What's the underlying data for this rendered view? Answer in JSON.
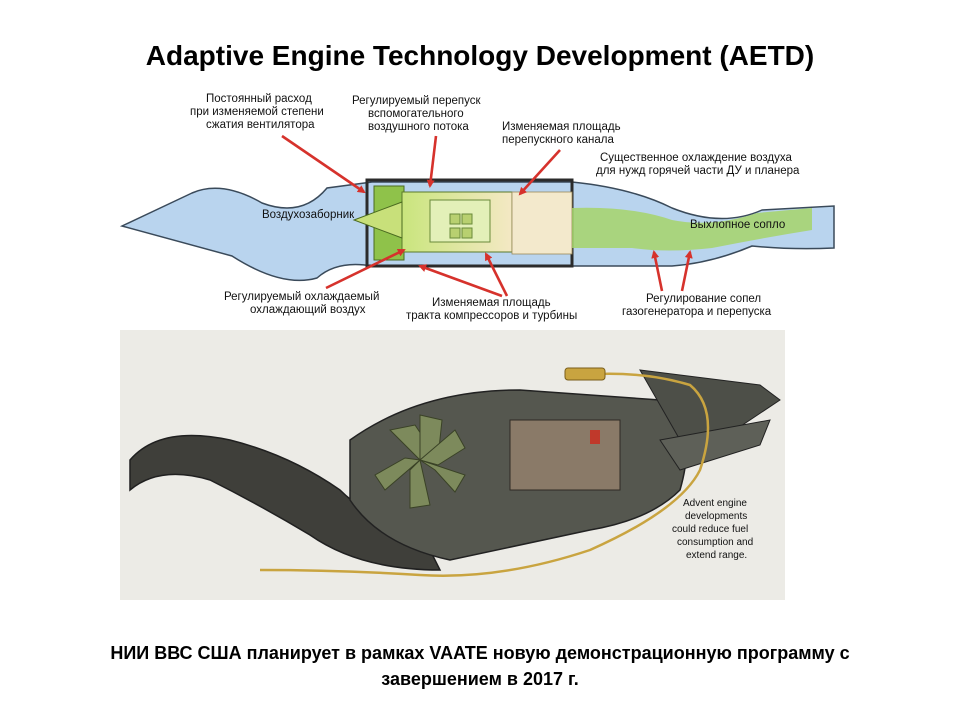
{
  "title": "Adaptive Engine Technology Development (AETD)",
  "diagram": {
    "labels": {
      "fan_flow_1": "Постоянный расход",
      "fan_flow_2": "при изменяемой степени",
      "fan_flow_3": "сжатия вентилятора",
      "bypass_var_1": "Регулируемый перепуск",
      "bypass_var_2": "вспомогательного",
      "bypass_var_3": "воздушного потока",
      "bypass_area_1": "Изменяемая площадь",
      "bypass_area_2": "перепускного канала",
      "cooling_1": "Существенное охлаждение воздуха",
      "cooling_2": "для нужд горячей части ДУ и планера",
      "inlet": "Воздухозаборник",
      "nozzle": "Выхлопное сопло",
      "cooled_air_1": "Регулируемый охлаждаемый",
      "cooled_air_2": "охлаждающий воздух",
      "comp_area_1": "Изменяемая площадь",
      "comp_area_2": "тракта компрессоров и турбины",
      "nozzle_reg_1": "Регулирование сопел",
      "nozzle_reg_2": "газогенератора и перепуска"
    }
  },
  "photo": {
    "caption_1": "Advent engine",
    "caption_2": "developments",
    "caption_3": "could reduce fuel",
    "caption_4": "consumption and",
    "caption_5": "extend range."
  },
  "footer": {
    "line_1": "НИИ ВВС США планирует в рамках VAATE новую демонстрационную программу с",
    "line_2": "завершением в 2017 г."
  },
  "colors": {
    "duct": "#b9d4ee",
    "engine_core": "#a6d36a",
    "arrow": "#d6322c",
    "photo_bg": "#ecebe6"
  }
}
